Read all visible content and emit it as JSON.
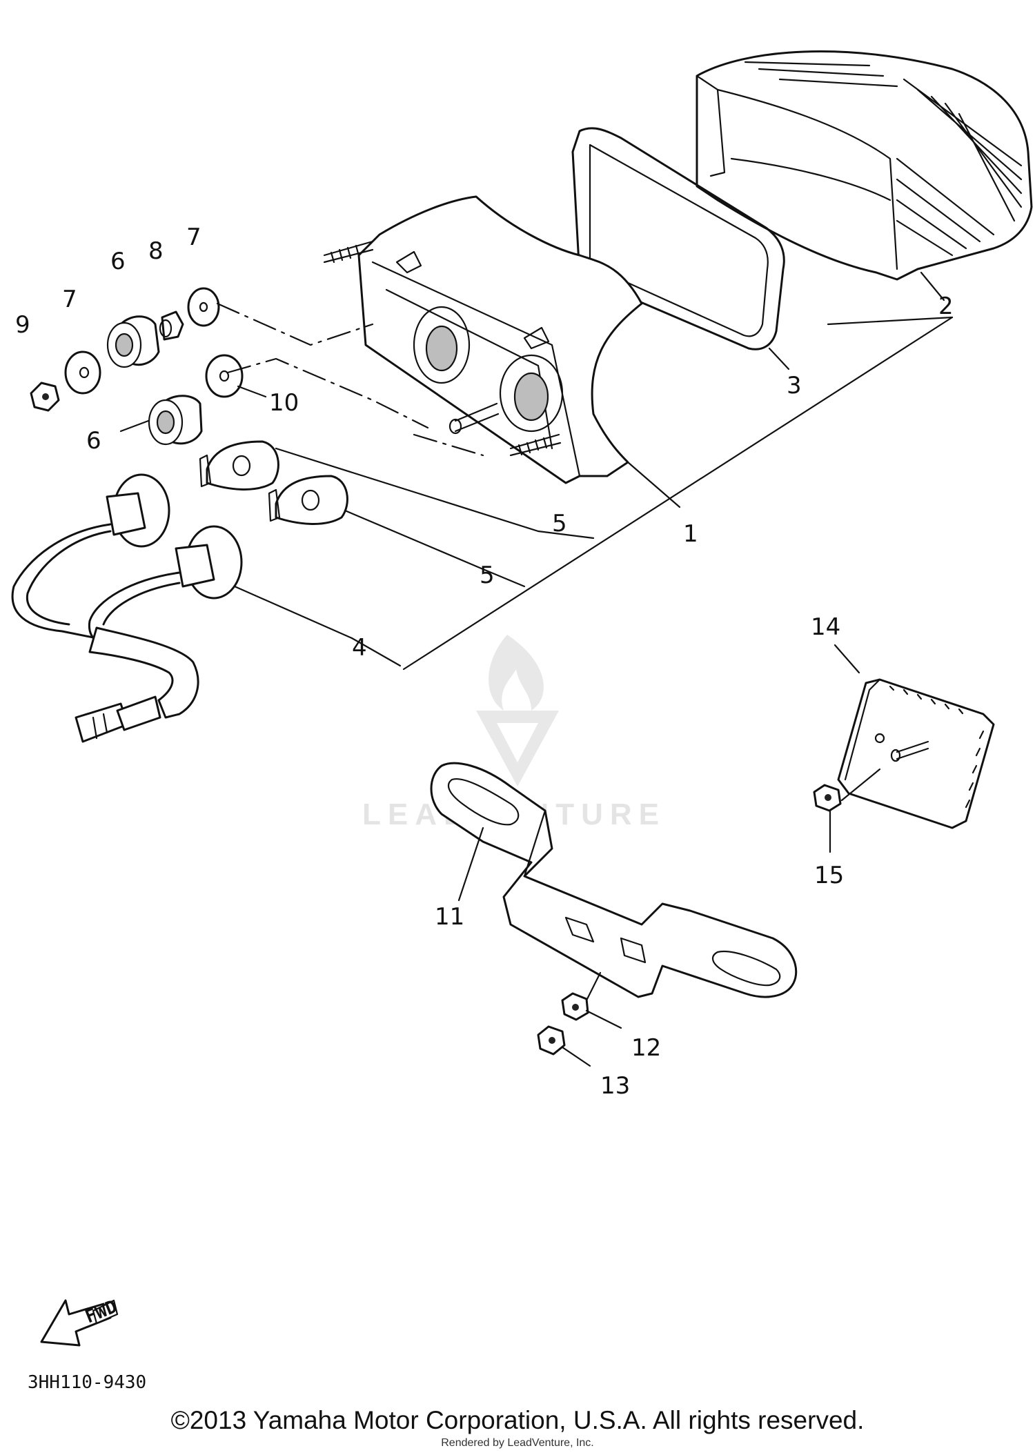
{
  "diagram": {
    "callouts": {
      "c1": "1",
      "c2": "2",
      "c3": "3",
      "c4": "4",
      "c5a": "5",
      "c5b": "5",
      "c6a": "6",
      "c6b": "6",
      "c7a": "7",
      "c7b": "7",
      "c8": "8",
      "c9": "9",
      "c10": "10",
      "c11": "11",
      "c12": "12",
      "c13": "13",
      "c14": "14",
      "c15": "15"
    },
    "fwd_label": "FWD",
    "diagram_code": "3HH110-9430"
  },
  "watermark": {
    "text": "LEADVENTURE",
    "color": "#e2e2e2"
  },
  "footer": {
    "copyright": "©2013 Yamaha Motor Corporation, U.S.A. All rights reserved.",
    "rendered_by": "Rendered by LeadVenture, Inc."
  }
}
